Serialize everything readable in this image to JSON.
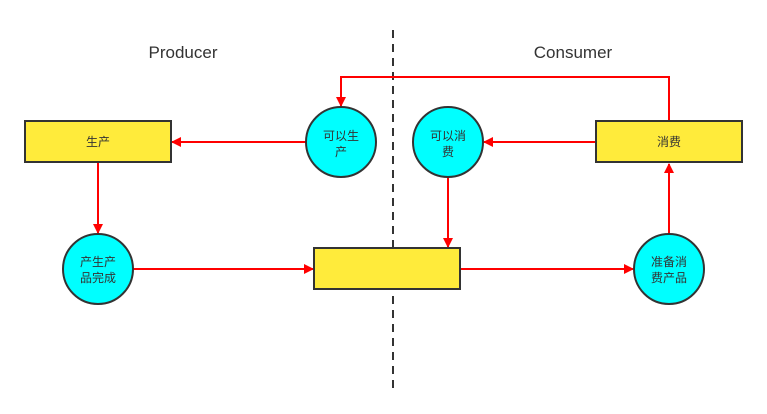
{
  "diagram": {
    "sections": {
      "producer": "Producer",
      "consumer": "Consumer"
    },
    "nodes": {
      "produce": {
        "label": [
          "生产"
        ],
        "shape": "rect"
      },
      "can_produce": {
        "label": [
          "可以生",
          "产"
        ],
        "shape": "circle"
      },
      "can_consume": {
        "label": [
          "可以消",
          "费"
        ],
        "shape": "circle"
      },
      "consume": {
        "label": [
          "消费"
        ],
        "shape": "rect"
      },
      "produced": {
        "label": [
          "产生产",
          "品完成"
        ],
        "shape": "circle"
      },
      "buffer": {
        "label": [],
        "shape": "rect"
      },
      "ready_consume": {
        "label": [
          "准备消",
          "费产品"
        ],
        "shape": "circle"
      }
    },
    "edges": [
      {
        "from": "consume",
        "to": "can_produce"
      },
      {
        "from": "can_produce",
        "to": "produce"
      },
      {
        "from": "consume",
        "to": "can_consume"
      },
      {
        "from": "produce",
        "to": "produced"
      },
      {
        "from": "produced",
        "to": "buffer"
      },
      {
        "from": "can_consume",
        "to": "buffer"
      },
      {
        "from": "buffer",
        "to": "ready_consume"
      },
      {
        "from": "ready_consume",
        "to": "consume"
      }
    ],
    "colors": {
      "rect_fill": "#FFEB3B",
      "circle_fill": "#00FFFF",
      "stroke": "#333333",
      "arrow": "#FF0000",
      "divider": "#333333"
    }
  }
}
